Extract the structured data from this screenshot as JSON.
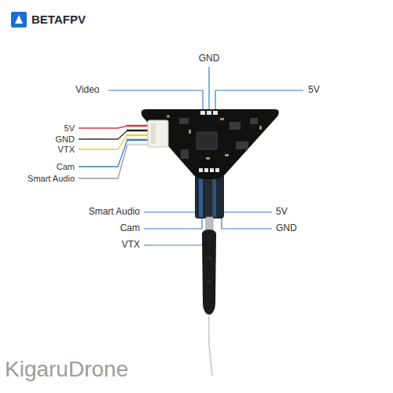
{
  "diagram": {
    "labels": [
      "BETAFPV",
      "GND",
      "Video",
      "5V",
      "5V",
      "GND",
      "VTX",
      "Cam",
      "Smart Audio",
      "Smart Audio",
      "Cam",
      "VTX",
      "5V",
      "GND",
      "KigaruDrone"
    ]
  }
}
